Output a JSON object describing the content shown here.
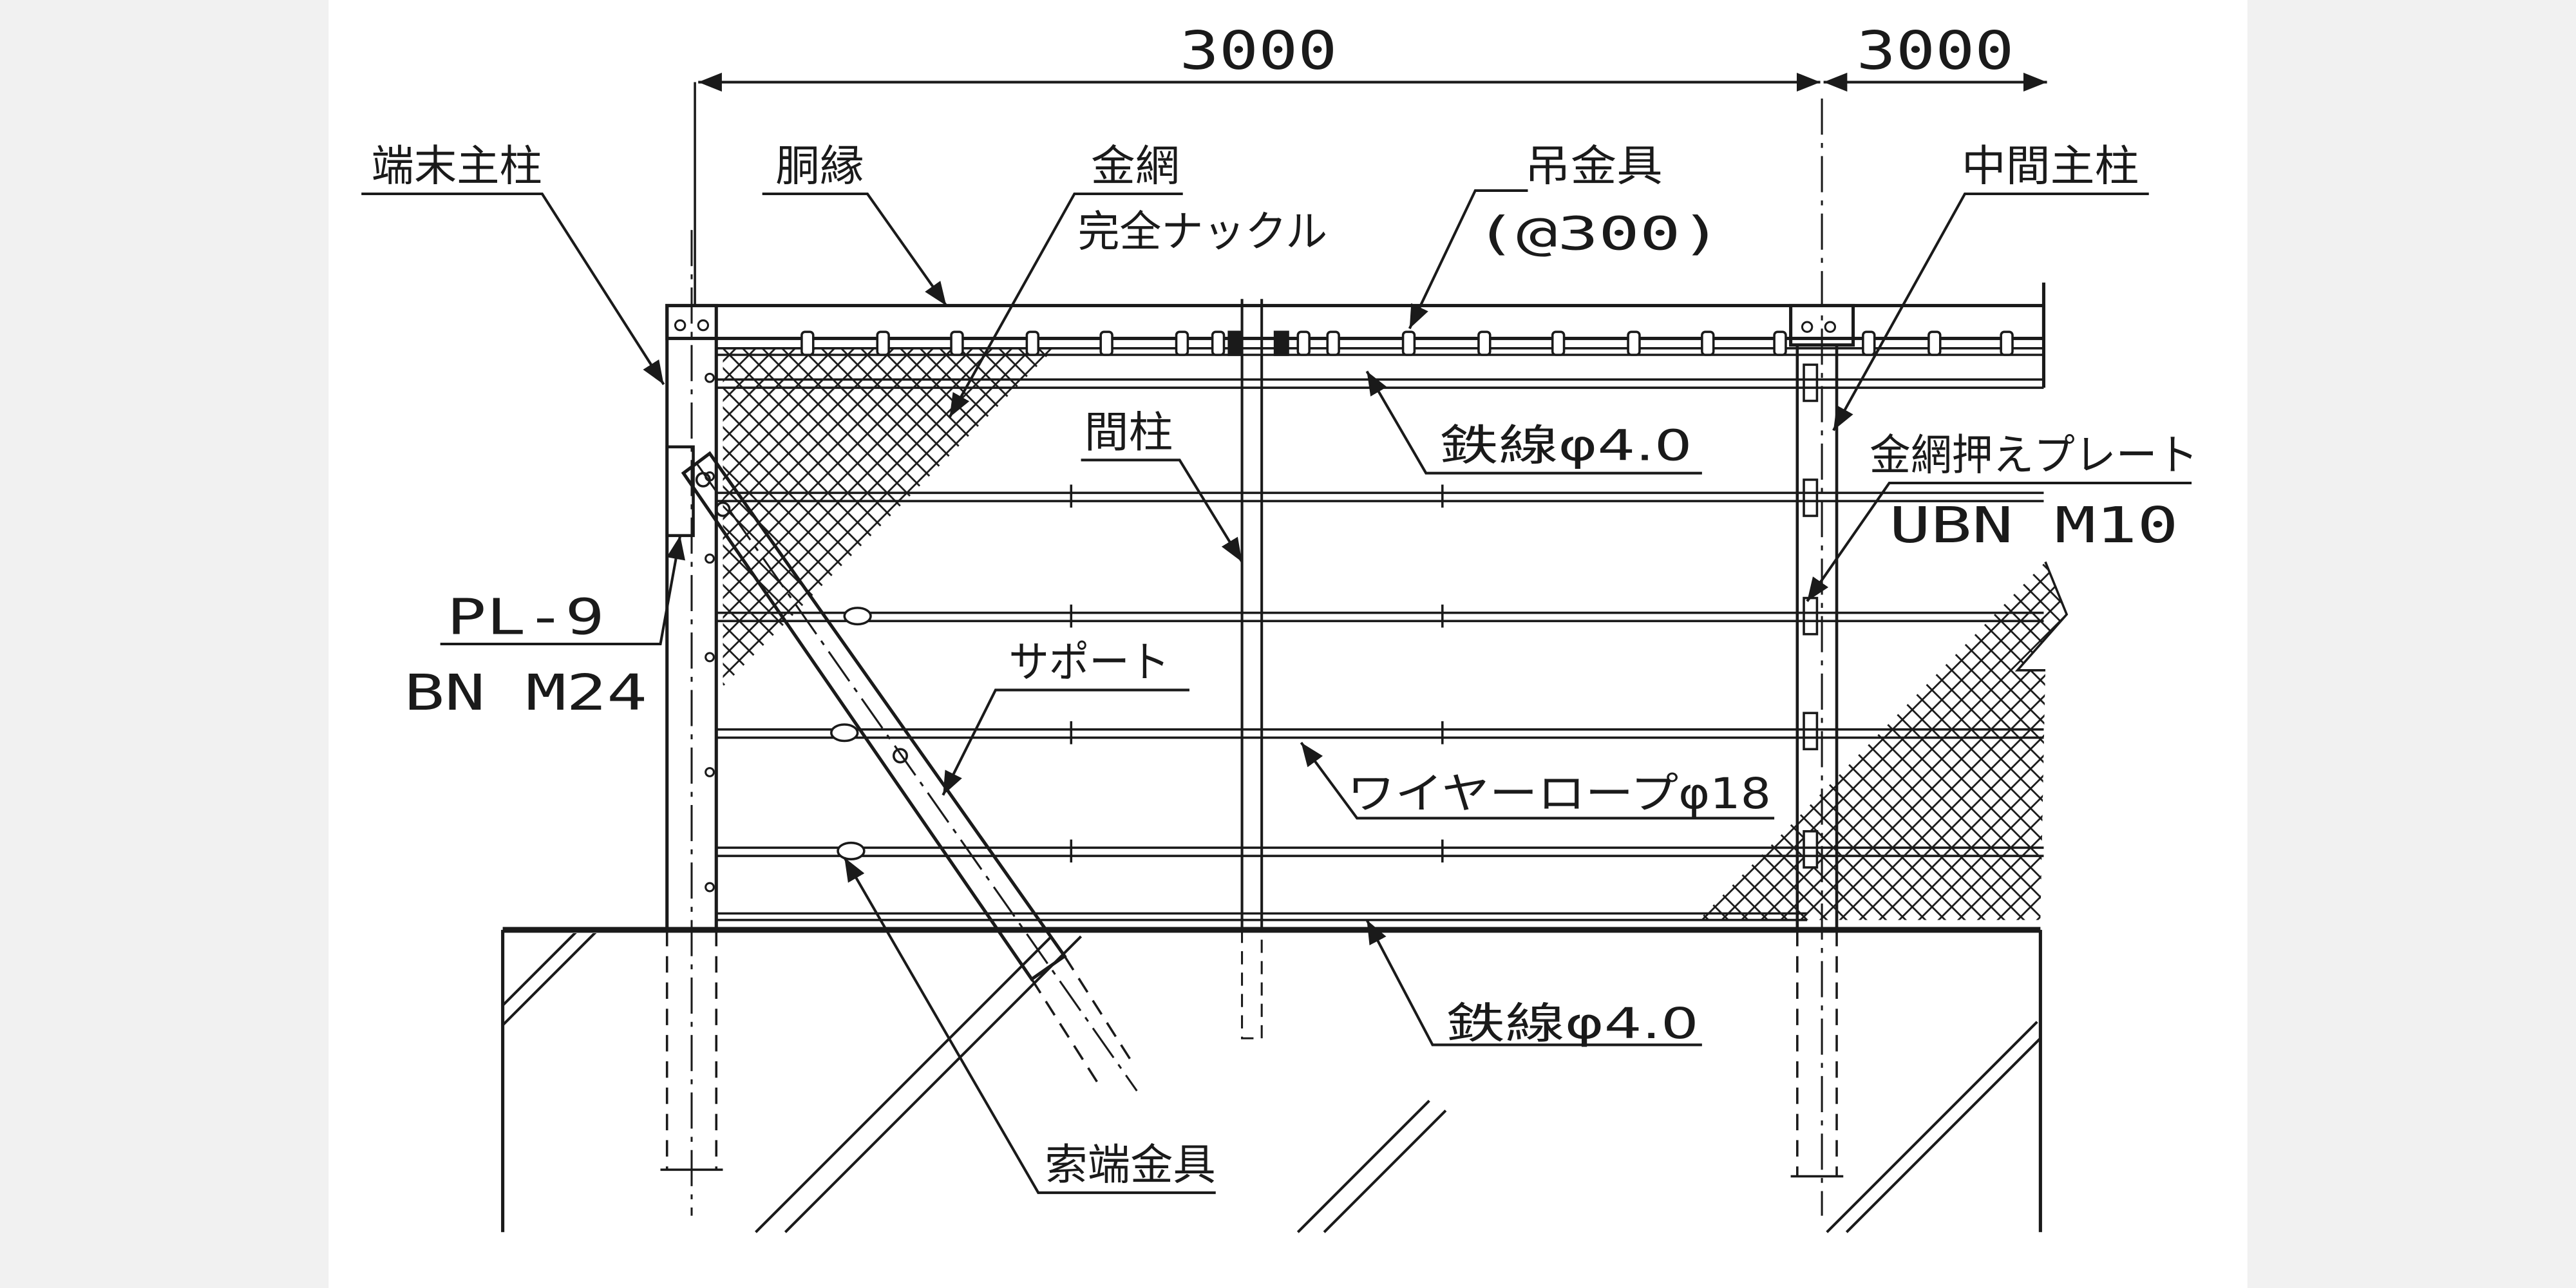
{
  "dimensions": {
    "span_1": "3000",
    "span_2": "3000"
  },
  "labels": {
    "end_post": "端末主柱",
    "rail": "胴縁",
    "mesh": "金網",
    "knuckle": "完全ナックル",
    "hanger": "吊金具",
    "hanger_pitch": "(@300)",
    "middle_post": "中間主柱",
    "wire_top": "鉄線φ4.0",
    "intermediate_post": "間柱",
    "mesh_plate": "金網押えプレート",
    "ubn": "UBN M10",
    "plate": "PL-9",
    "bolt": "BN M24",
    "support": "サポート",
    "wire_rope": "ワイヤーロープφ18",
    "wire_bottom": "鉄線φ4.0",
    "rope_end": "索端金具"
  },
  "colors": {
    "ink": "#1a1a1a",
    "paper": "#ffffff",
    "margin": "#f1f1f1"
  }
}
